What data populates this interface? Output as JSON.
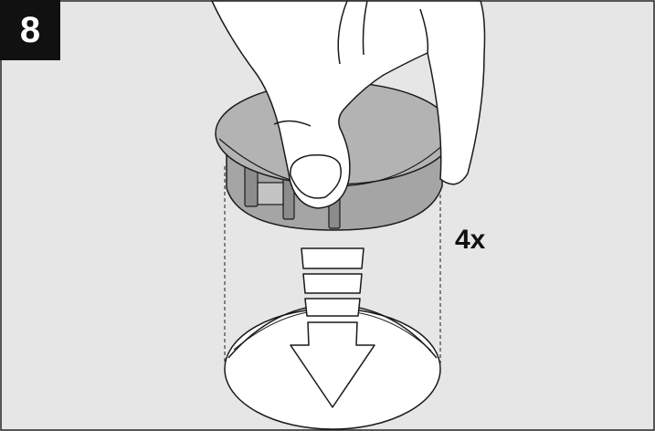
{
  "figure": {
    "step_number": "8",
    "quantity_label": "4x"
  },
  "colors": {
    "background": "#e6e6e6",
    "panel_border": "#222222",
    "cap_top": "#b3b3b3",
    "cap_side": "#a5a5a5",
    "hand_fill": "#ffffff",
    "line": "#1a1a1a",
    "badge_fill": "#111111"
  },
  "icons": [
    "hand-illustration",
    "cable-cap-illustration",
    "down-arrow-icon",
    "hole-illustration"
  ]
}
